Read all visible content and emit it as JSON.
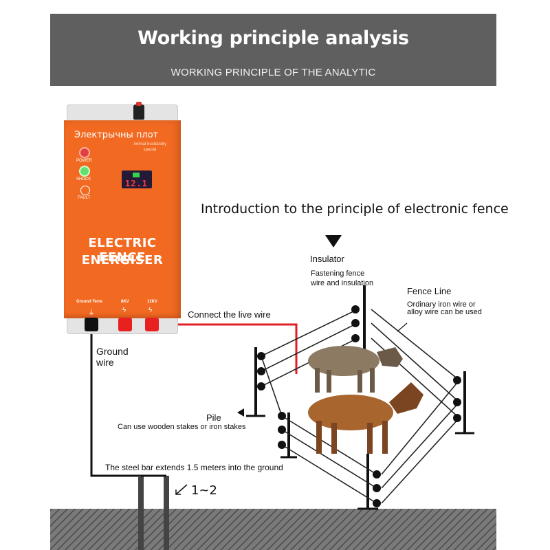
{
  "header": {
    "title": "Working principle analysis",
    "subtitle": "WORKING PRINCIPLE OF THE ANALYTIC"
  },
  "device": {
    "brand_text": "Электрычны плот",
    "tag_text": "Animal husbandry special",
    "led_power": "POWER",
    "led_shock": "SHOCK",
    "led_fault": "FAULT",
    "display_value": "12.1",
    "heading_line1": "ELECTRIC FENCE",
    "heading_line2": "ENERGISER",
    "terminal_ground": "Ground Terre",
    "terminal_8kv": "8KV",
    "terminal_12kv": "12KV"
  },
  "labels": {
    "intro": "Introduction to the principle of electronic fence",
    "insulator": "Insulator",
    "insulator_desc": "Fastening fence wire and insulation",
    "fence_line": "Fence Line",
    "fence_desc": "Ordinary iron wire or alloy wire can be used",
    "live_wire": "Connect the live wire",
    "ground_wire": "Ground wire",
    "pile": "Pile",
    "pile_desc": "Can use wooden stakes or iron stakes",
    "steel_bar": "The steel bar extends 1.5 meters into the ground",
    "range": "1~2"
  },
  "colors": {
    "banner": "#5f5f5f",
    "device_body": "#f26a22",
    "live_wire": "#e02020",
    "ground": "#6a6a6a"
  }
}
